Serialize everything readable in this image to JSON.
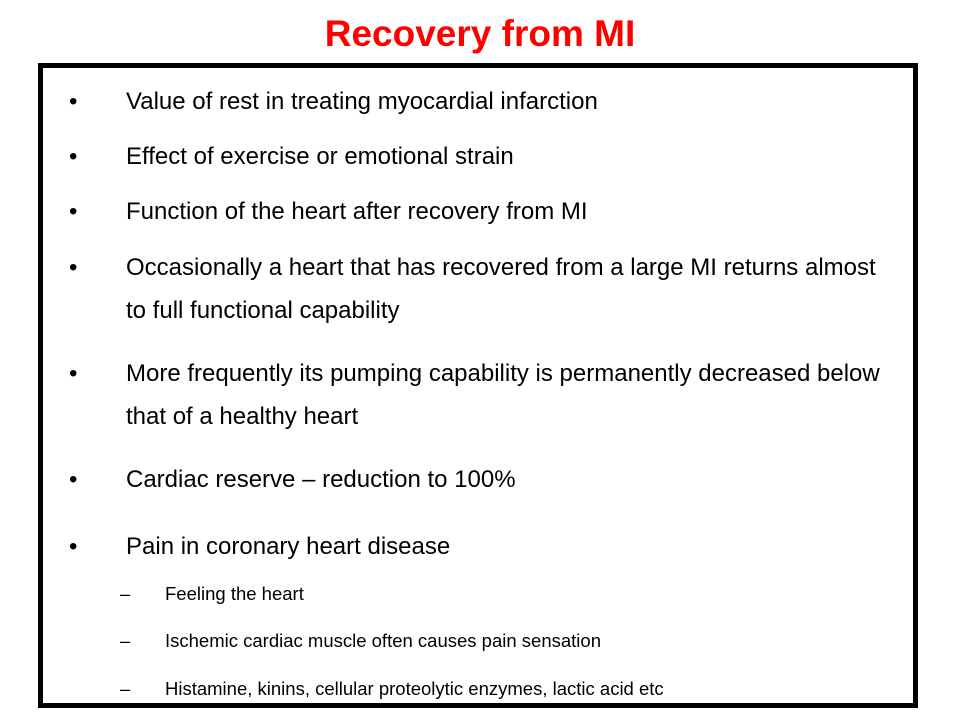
{
  "slide": {
    "title": "Recovery from MI",
    "title_color": "#ff0000",
    "bullet_symbol": "•",
    "dash_symbol": "–",
    "bullets": [
      {
        "text": "Value of rest in treating myocardial infarction"
      },
      {
        "text": "Effect of exercise or emotional strain"
      },
      {
        "text": "Function of the heart after recovery from MI"
      },
      {
        "text": "Occasionally a heart that has recovered from a large MI returns almost to full functional capability"
      },
      {
        "text": "More frequently its pumping capability is permanently decreased below that of a healthy heart"
      },
      {
        "text": "Cardiac reserve – reduction to 100%"
      },
      {
        "text": "Pain in coronary heart disease"
      }
    ],
    "sub_bullets": [
      {
        "text": "Feeling the heart"
      },
      {
        "text": "Ischemic cardiac muscle often causes pain sensation"
      },
      {
        "text": "Histamine, kinins, cellular proteolytic enzymes, lactic acid etc"
      }
    ]
  }
}
